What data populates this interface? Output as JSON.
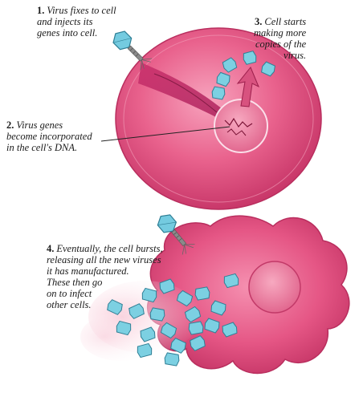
{
  "steps": [
    {
      "number": "1.",
      "lines": [
        "Virus fixes to cell",
        "and injects its",
        "genes into cell."
      ]
    },
    {
      "number": "2.",
      "lines": [
        "Virus genes",
        "become incorporated",
        "in the cell's DNA."
      ]
    },
    {
      "number": "3.",
      "lines": [
        "Cell starts",
        "making more",
        "copies of the",
        "virus."
      ]
    },
    {
      "number": "4.",
      "lines": [
        "Eventually, the cell bursts,",
        "releasing all the new viruses",
        "it has manufactured.",
        "These then go",
        "on to infect",
        "other cells."
      ]
    }
  ],
  "colors": {
    "cell_fill": "#e04a7a",
    "cell_inner": "#f07aa0",
    "cell_edge": "#b82f5f",
    "nucleus": "#e86590",
    "virus_head": "#6cc6d9",
    "virus_edge": "#2f7f95",
    "virus_tail": "#888888",
    "arrow": "#c43a6f",
    "leader_line": "#222222"
  },
  "icons": [
    "bacteriophage-icon",
    "viral-particle-icon",
    "replication-arrow-icon"
  ]
}
